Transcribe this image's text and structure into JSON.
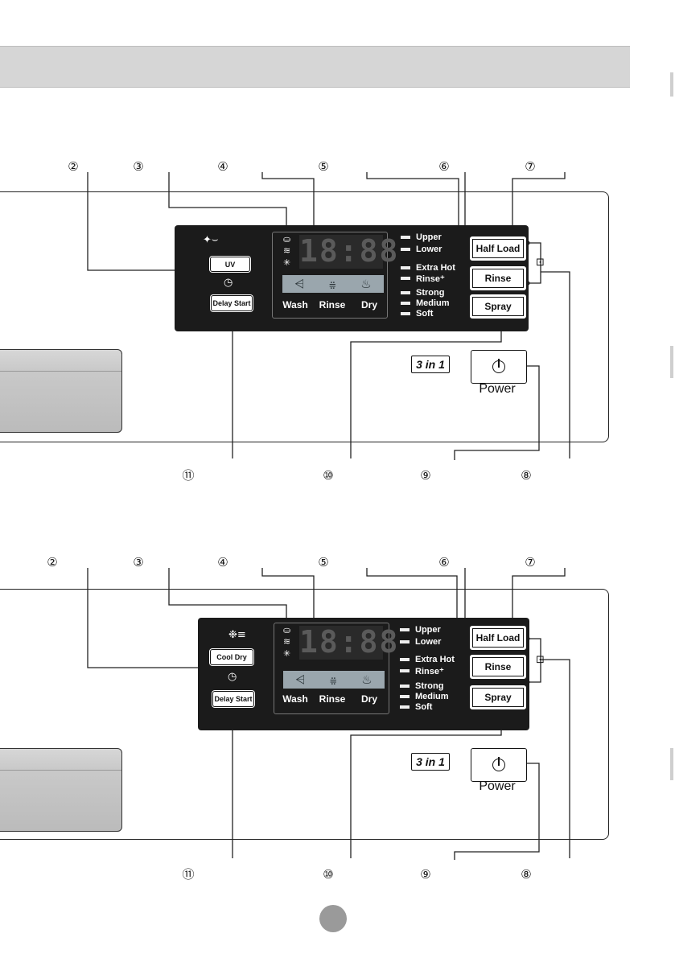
{
  "top_labels": [
    "②",
    "③",
    "④",
    "⑤",
    "⑥",
    "⑦"
  ],
  "bottom_labels": [
    "⑪",
    "⑩",
    "⑨",
    "⑧"
  ],
  "display_digits": "18:88",
  "icons": {
    "indicator_icons": [
      "detergent-icon",
      "rinse-aid-icon",
      "sanitize-icon"
    ],
    "wash": "wash-icon",
    "rinse": "rinse-icon",
    "dry": "dry-icon",
    "uv": "uv-icon",
    "cool_dry": "cool-dry-icon",
    "delay": "clock-icon",
    "child_lock": "child-lock-icon",
    "power": "power-icon"
  },
  "cycle_labels": {
    "wash": "Wash",
    "rinse": "Rinse",
    "dry": "Dry"
  },
  "rack_options": [
    "Upper",
    "Lower"
  ],
  "temp_options": [
    "Extra Hot",
    "Rinse⁺"
  ],
  "spray_options": [
    "Strong",
    "Medium",
    "Soft"
  ],
  "buttons": {
    "half_load": "Half Load",
    "rinse": "Rinse",
    "spray": "Spray",
    "delay_start": "Delay Start"
  },
  "panel1_function_button": "UV",
  "panel2_function_button": "Cool Dry",
  "badge": "3 in 1",
  "power_label": "Power"
}
